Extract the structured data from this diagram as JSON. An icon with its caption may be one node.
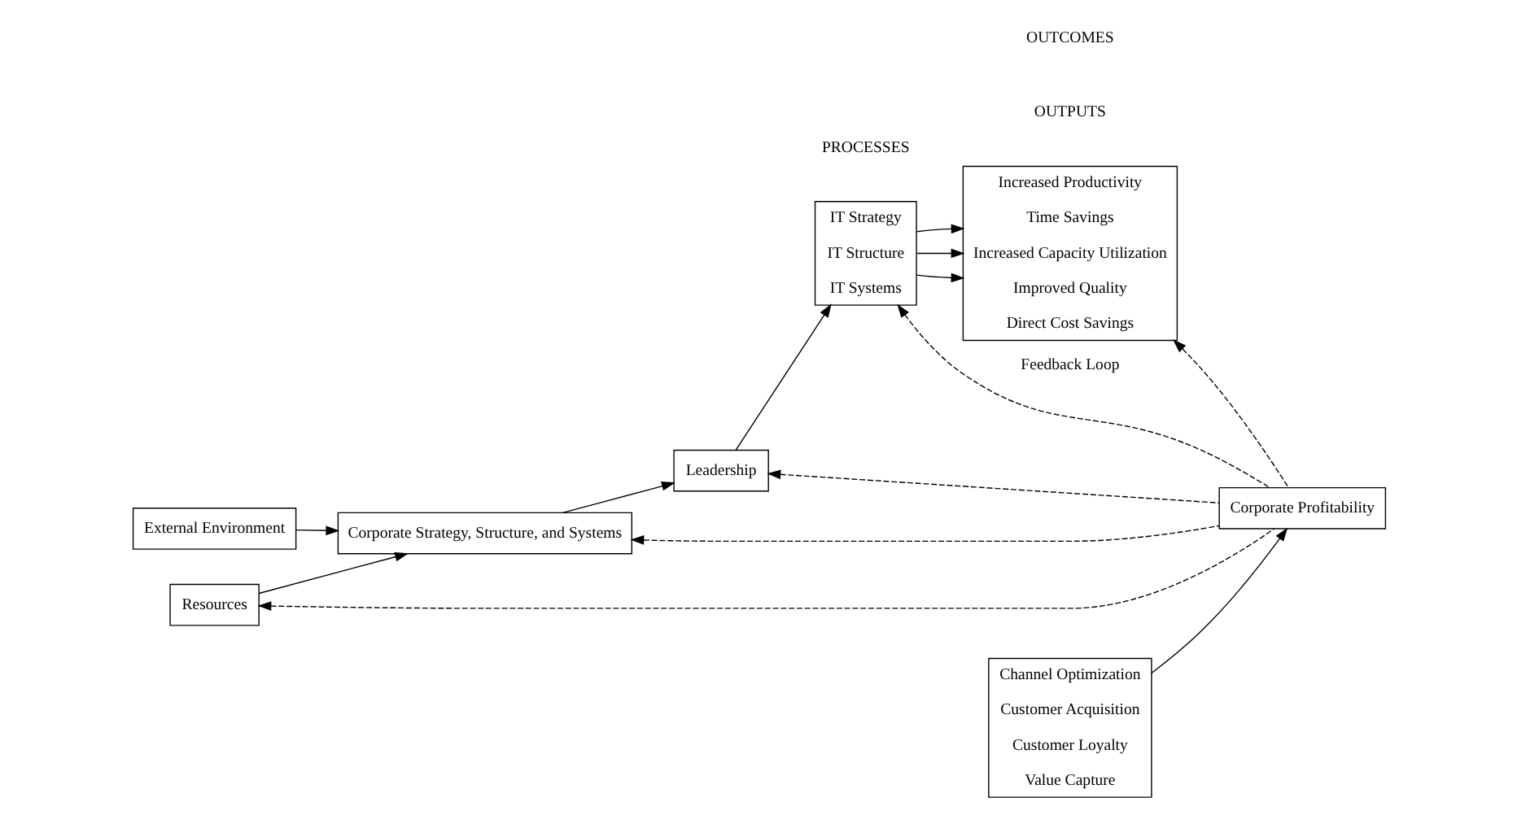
{
  "diagram": {
    "nodes": [
      {
        "text": [
          "External Environment"
        ]
      },
      {
        "text": [
          "Corporate Strategy, Structure, and Systems"
        ]
      },
      {
        "text": [
          "Resources"
        ]
      },
      {
        "text": [
          "Leadership"
        ]
      },
      {
        "text": [
          "IT Strategy",
          "IT Structure",
          "IT Systems"
        ]
      },
      {
        "text": [
          "Increased Productivity",
          "Time Savings",
          "Increased Capacity Utilization",
          "Improved Quality",
          "Direct Cost Savings"
        ]
      },
      {
        "text": [
          "Channel Optimization",
          "Customer Acquisition",
          "Customer Loyalty",
          "Value Capture"
        ]
      },
      {
        "text": [
          "Corporate Profitability"
        ]
      }
    ],
    "edges": [
      {
        "from": 0,
        "to": 1,
        "arrow": "to"
      },
      {
        "from": 2,
        "to": 1,
        "arrow": "to"
      },
      {
        "from": 1,
        "to": 3,
        "arrow": "to"
      },
      {
        "from": 3,
        "to": 4,
        "arrow": "to"
      },
      {
        "from": 4,
        "to": 5,
        "arrow": "to"
      },
      {
        "from": 4,
        "to": 5,
        "arrow": "to"
      },
      {
        "from": 4,
        "to": 5,
        "arrow": "to"
      },
      {
        "from": 6,
        "to": 7,
        "arrow": "to"
      },
      {
        "from": 7,
        "to": 5,
        "arrow": "to",
        "style": "dashed"
      },
      {
        "from": 7,
        "to": 4,
        "arrow": "to",
        "style": "dashed",
        "label": "Feedback Loop"
      },
      {
        "from": 7,
        "to": 3,
        "arrow": "to",
        "style": "dashed"
      },
      {
        "from": 7,
        "to": 1,
        "arrow": "to",
        "style": "dashed"
      },
      {
        "from": 7,
        "to": 2,
        "arrow": "to",
        "style": "dashed"
      }
    ],
    "labels": [
      "PROCESSES",
      "OUTPUTS",
      "OUTCOMES"
    ]
  }
}
